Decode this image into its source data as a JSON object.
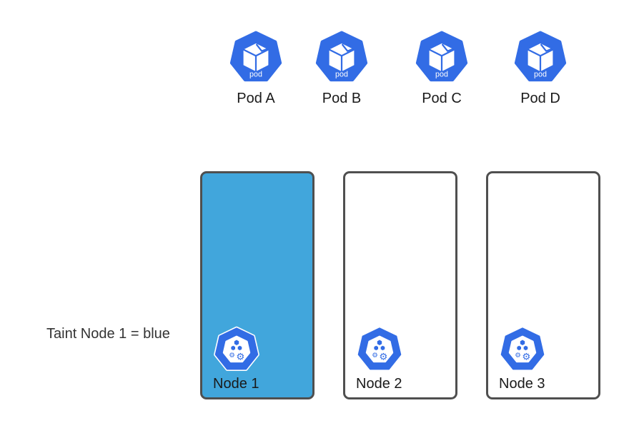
{
  "colors": {
    "kubernetes_blue": "#326CE5",
    "taint_highlight": "#41A6DC",
    "node_border": "#4F4F4F",
    "label_text": "#1A1A1A",
    "annotation_text": "#333333",
    "background": "#FFFFFF"
  },
  "pods": [
    {
      "label": "Pod A",
      "icon": "kubernetes-pod-icon",
      "icon_text": "pod"
    },
    {
      "label": "Pod B",
      "icon": "kubernetes-pod-icon",
      "icon_text": "pod"
    },
    {
      "label": "Pod C",
      "icon": "kubernetes-pod-icon",
      "icon_text": "pod"
    },
    {
      "label": "Pod D",
      "icon": "kubernetes-pod-icon",
      "icon_text": "pod"
    }
  ],
  "nodes": [
    {
      "label": "Node 1",
      "icon": "kubernetes-node-icon",
      "tainted": true
    },
    {
      "label": "Node 2",
      "icon": "kubernetes-node-icon",
      "tainted": false
    },
    {
      "label": "Node 3",
      "icon": "kubernetes-node-icon",
      "tainted": false
    }
  ],
  "annotation": {
    "text": "Taint Node 1 = blue"
  }
}
